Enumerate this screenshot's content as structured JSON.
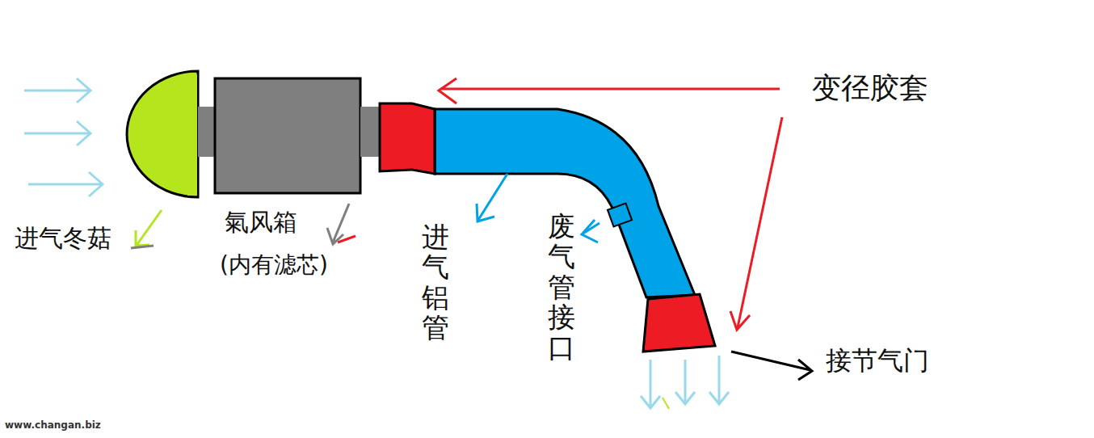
{
  "diagram": {
    "labels": [
      "变径胶套",
      "进气冬菇",
      "氣风箱",
      "(内有滤芯)",
      "进气铝管",
      "废气管接口",
      "接节气门",
      "www.changan.biz"
    ]
  }
}
